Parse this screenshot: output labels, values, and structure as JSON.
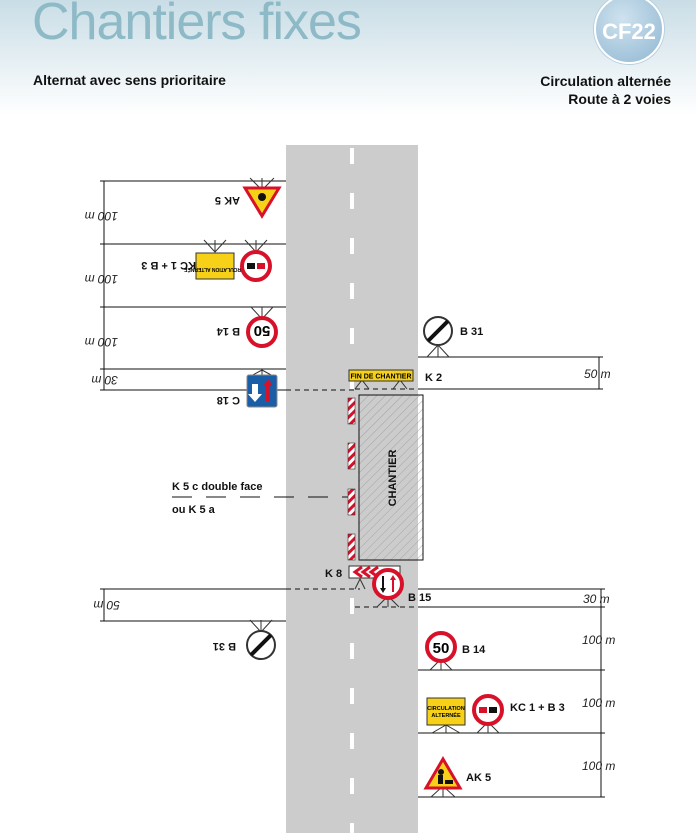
{
  "header": {
    "title": "Chantiers fixes",
    "subtitle": "Alternat avec sens prioritaire",
    "right_line1": "Circulation alternée",
    "right_line2": "Route à 2 voies",
    "badge": "CF22"
  },
  "left_side": {
    "signs": [
      {
        "code": "AK 5"
      },
      {
        "code": "KC 1 + B 3",
        "panel": "CIRCULATION ALTERNÉE"
      },
      {
        "code": "B 14",
        "limit": "50"
      },
      {
        "code": "C 18"
      },
      {
        "code": "B 31"
      }
    ],
    "distances": [
      "100 m",
      "100 m",
      "100 m",
      "30 m",
      "50 m"
    ]
  },
  "right_side": {
    "signs": [
      {
        "code": "B 31"
      },
      {
        "code": "K 2",
        "panel": "FIN DE CHANTIER"
      },
      {
        "code": "K 8"
      },
      {
        "code": "B 15"
      },
      {
        "code": "B 14",
        "limit": "50"
      },
      {
        "code": "KC 1 + B 3",
        "panel_line1": "CIRCULATION",
        "panel_line2": "ALTERNÉE"
      },
      {
        "code": "AK 5"
      }
    ],
    "distances": [
      "50 m",
      "30 m",
      "100 m",
      "100 m",
      "100 m"
    ]
  },
  "worksite": {
    "label": "CHANTIER",
    "cones_line1": "K 5 c double face",
    "cones_line2": "ou K 5 a"
  },
  "colors": {
    "road": "#cccccc",
    "red": "#d8112a",
    "yellow": "#f7d117",
    "blue": "#1a5ea8",
    "title": "#8dbac6"
  }
}
